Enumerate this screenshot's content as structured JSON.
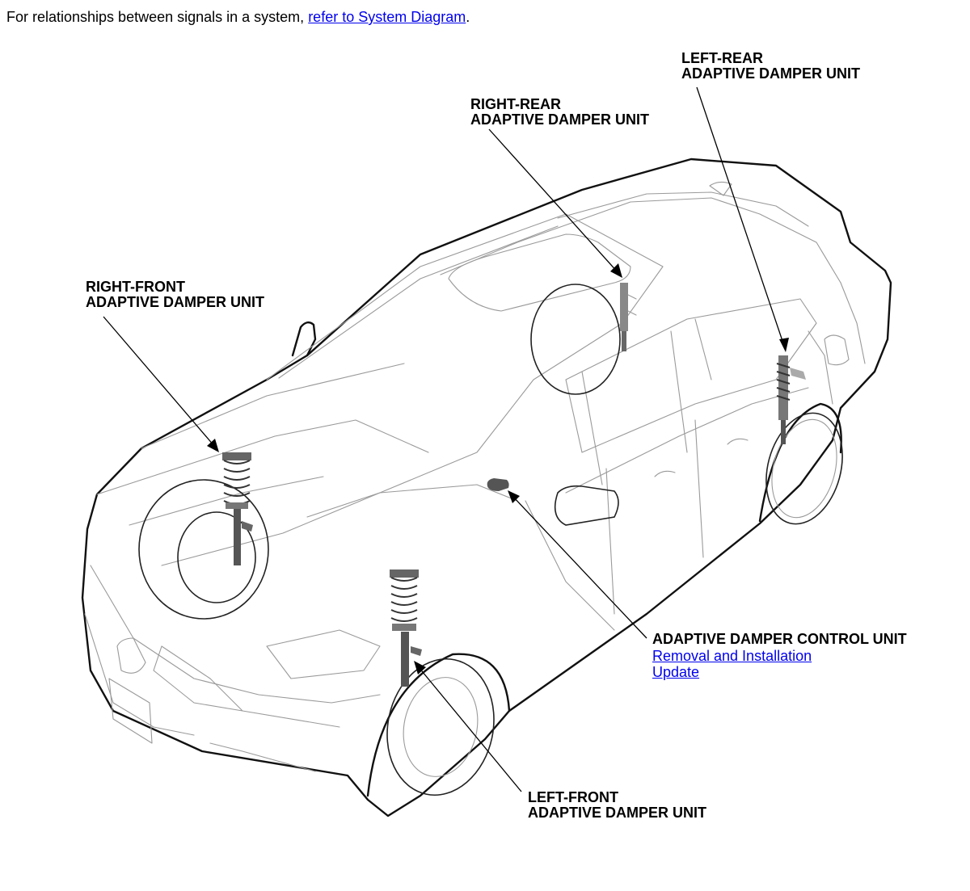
{
  "intro": {
    "text": "For relationships between signals in a system, ",
    "link": "refer to System Diagram",
    "suffix": "."
  },
  "labels": {
    "left_rear": {
      "line1": "LEFT-REAR",
      "line2": "ADAPTIVE DAMPER UNIT"
    },
    "right_rear": {
      "line1": "RIGHT-REAR",
      "line2": "ADAPTIVE DAMPER UNIT"
    },
    "right_front": {
      "line1": "RIGHT-FRONT",
      "line2": "ADAPTIVE DAMPER UNIT"
    },
    "control_unit": {
      "title": "ADAPTIVE DAMPER CONTROL UNIT",
      "link_removal": "Removal and Installation",
      "link_update": "Update"
    },
    "left_front": {
      "line1": "LEFT-FRONT",
      "line2": "ADAPTIVE DAMPER UNIT"
    }
  },
  "colors": {
    "link": "#0000ee",
    "outline": "#111111",
    "detail": "#9a9a9a"
  }
}
